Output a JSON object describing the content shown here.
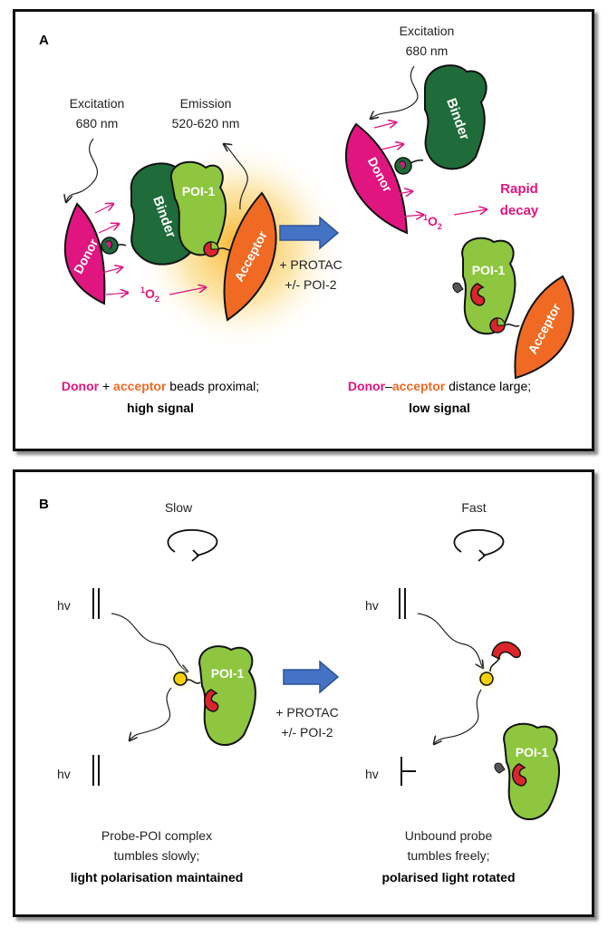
{
  "colors": {
    "donor": "#e0157f",
    "acceptor": "#f06a24",
    "binder": "#1f6b3a",
    "poi": "#8ec63f",
    "arrow_blue": "#4472c4",
    "probe": "#f5d100",
    "warhead": "#d9262a",
    "ligand_grey": "#555555"
  },
  "panelA": {
    "letter": "A",
    "left": {
      "excitation": "Excitation",
      "excitation_nm": "680 nm",
      "emission": "Emission",
      "emission_nm": "520-620 nm",
      "donor": "Donor",
      "acceptor": "Acceptor",
      "binder": "Binder",
      "poi": "POI-1",
      "singlet_sup": "1",
      "singlet_o": "O",
      "singlet_sub": "2",
      "caption_donor": "Donor",
      "caption_plus": " + ",
      "caption_acceptor": "acceptor",
      "caption_rest": " beads proximal;",
      "caption_bold": "high signal"
    },
    "middle": {
      "line1": "+ PROTAC",
      "line2": "+/- POI-2"
    },
    "right": {
      "excitation": "Excitation",
      "excitation_nm": "680 nm",
      "donor": "Donor",
      "binder": "Binder",
      "poi": "POI-1",
      "acceptor": "Acceptor",
      "singlet_sup": "1",
      "singlet_o": "O",
      "singlet_sub": "2",
      "rapid": "Rapid",
      "decay": "decay",
      "caption_donor": "Donor",
      "caption_dash": "–",
      "caption_acceptor": "acceptor",
      "caption_rest": " distance large;",
      "caption_bold": "low signal"
    }
  },
  "panelB": {
    "letter": "B",
    "left": {
      "speed": "Slow",
      "hv_top": "hv",
      "hv_bottom": "hv",
      "poi": "POI-1",
      "caption1": "Probe-POI complex",
      "caption2": "tumbles slowly;",
      "caption_bold": "light polarisation maintained"
    },
    "middle": {
      "line1": "+ PROTAC",
      "line2": "+/- POI-2"
    },
    "right": {
      "speed": "Fast",
      "hv_top": "hv",
      "hv_bottom": "hv",
      "poi": "POI-1",
      "caption1": "Unbound probe",
      "caption2": "tumbles freely;",
      "caption_bold": "polarised light rotated"
    }
  }
}
